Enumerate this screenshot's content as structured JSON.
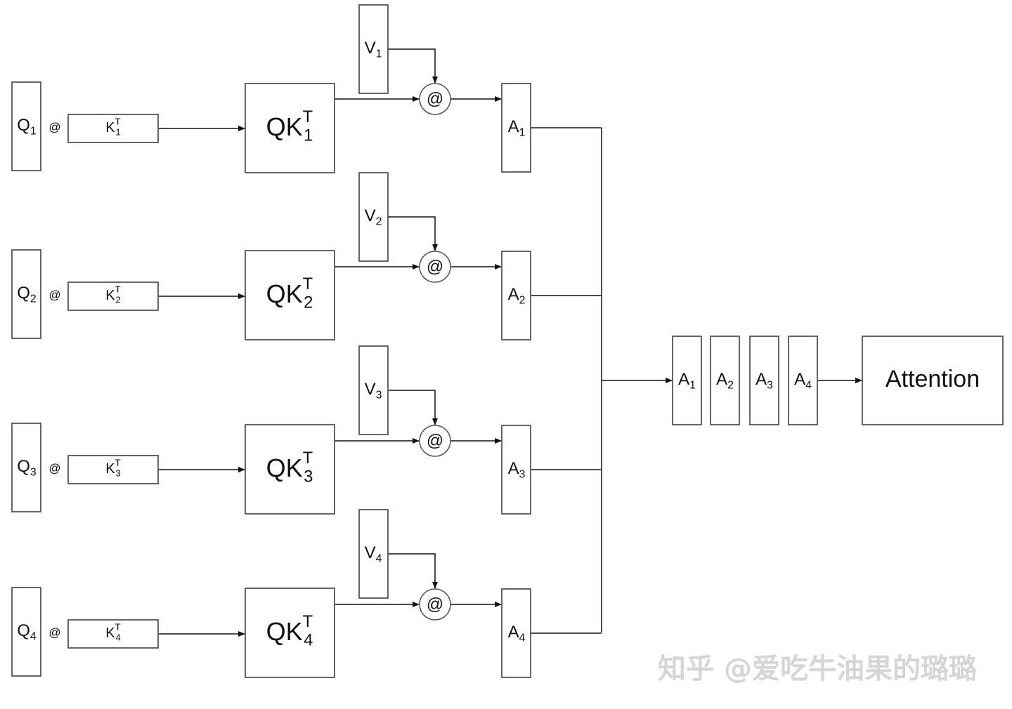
{
  "diagram": {
    "heads": [
      {
        "q": {
          "base": "Q",
          "sub": "1"
        },
        "mul": "@",
        "kt": {
          "base": "K",
          "sup": "T",
          "sub": "1"
        },
        "qkt": {
          "base": "QK",
          "sup": "T",
          "sub": "1"
        },
        "v": {
          "base": "V",
          "sub": "1"
        },
        "op": "@",
        "a": {
          "base": "A",
          "sub": "1"
        }
      },
      {
        "q": {
          "base": "Q",
          "sub": "2"
        },
        "mul": "@",
        "kt": {
          "base": "K",
          "sup": "T",
          "sub": "2"
        },
        "qkt": {
          "base": "QK",
          "sup": "T",
          "sub": "2"
        },
        "v": {
          "base": "V",
          "sub": "2"
        },
        "op": "@",
        "a": {
          "base": "A",
          "sub": "2"
        }
      },
      {
        "q": {
          "base": "Q",
          "sub": "3"
        },
        "mul": "@",
        "kt": {
          "base": "K",
          "sup": "T",
          "sub": "3"
        },
        "qkt": {
          "base": "QK",
          "sup": "T",
          "sub": "3"
        },
        "v": {
          "base": "V",
          "sub": "3"
        },
        "op": "@",
        "a": {
          "base": "A",
          "sub": "3"
        }
      },
      {
        "q": {
          "base": "Q",
          "sub": "4"
        },
        "mul": "@",
        "kt": {
          "base": "K",
          "sup": "T",
          "sub": "4"
        },
        "qkt": {
          "base": "QK",
          "sup": "T",
          "sub": "4"
        },
        "v": {
          "base": "V",
          "sub": "4"
        },
        "op": "@",
        "a": {
          "base": "A",
          "sub": "4"
        }
      }
    ],
    "concat": [
      {
        "base": "A",
        "sub": "1"
      },
      {
        "base": "A",
        "sub": "2"
      },
      {
        "base": "A",
        "sub": "3"
      },
      {
        "base": "A",
        "sub": "4"
      }
    ],
    "output": {
      "label": "Attention"
    },
    "watermark": "知乎 @爱吃牛油果的璐璐"
  }
}
